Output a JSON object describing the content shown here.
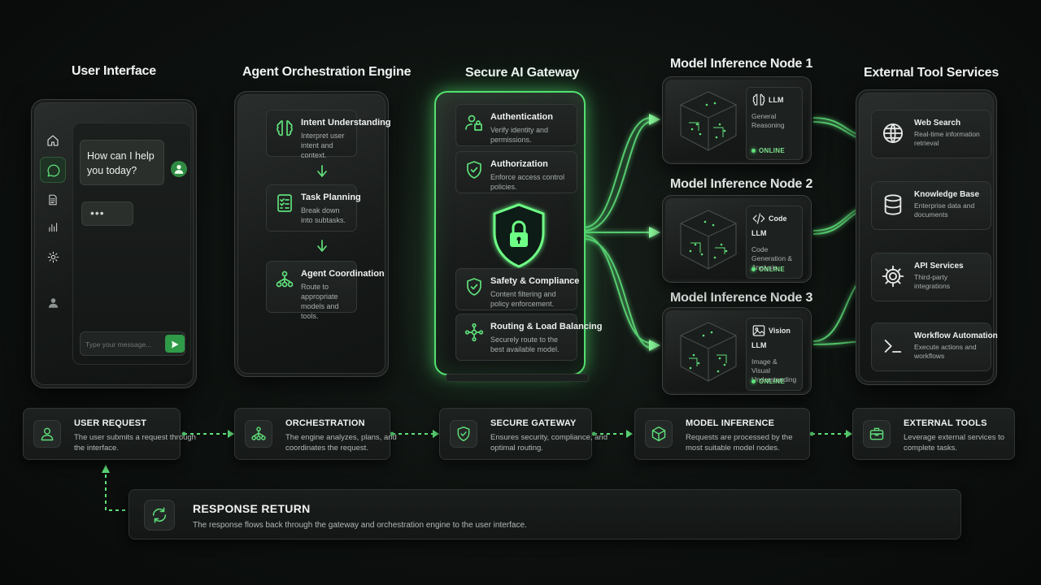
{
  "columns": {
    "user_interface": "User Interface",
    "orchestration": "Agent Orchestration Engine",
    "gateway": "Secure AI Gateway",
    "external": "External Tool Services"
  },
  "chat": {
    "bubble": "How can I help you today?",
    "typing": "•••",
    "input_placeholder": "Type your message..."
  },
  "orchestration_cards": [
    {
      "title": "Intent Understanding",
      "desc": "Interpret user intent and context."
    },
    {
      "title": "Task Planning",
      "desc": "Break down into subtasks."
    },
    {
      "title": "Agent Coordination",
      "desc": "Route to appropriate models and tools."
    }
  ],
  "gateway_cards": [
    {
      "title": "Authentication",
      "desc": "Verify identity and permissions."
    },
    {
      "title": "Authorization",
      "desc": "Enforce access control policies."
    },
    {
      "title": "Safety & Compliance",
      "desc": "Content filtering and policy enforcement."
    },
    {
      "title": "Routing & Load Balancing",
      "desc": "Securely route to the best available model."
    }
  ],
  "nodes": [
    {
      "title": "Model Inference Node 1",
      "model": "LLM",
      "desc": "General Reasoning",
      "status": "ONLINE",
      "icon": "brain-icon"
    },
    {
      "title": "Model Inference Node 2",
      "model": "Code LLM",
      "desc": "Code Generation & Analysis",
      "status": "ONLINE",
      "icon": "code-icon"
    },
    {
      "title": "Model Inference Node 3",
      "model": "Vision LLM",
      "desc": "Image & Visual Understanding",
      "status": "ONLINE",
      "icon": "image-icon"
    }
  ],
  "tools": [
    {
      "title": "Web Search",
      "desc": "Real-time information retrieval",
      "icon": "globe-icon"
    },
    {
      "title": "Knowledge Base",
      "desc": "Enterprise data and documents",
      "icon": "database-icon"
    },
    {
      "title": "API Services",
      "desc": "Third-party integrations",
      "icon": "gear-icon"
    },
    {
      "title": "Workflow Automation",
      "desc": "Execute actions and workflows",
      "icon": "terminal-icon"
    }
  ],
  "steps": [
    {
      "title": "USER REQUEST",
      "desc": "The user submits a request through the interface."
    },
    {
      "title": "ORCHESTRATION",
      "desc": "The engine analyzes, plans, and coordinates the request."
    },
    {
      "title": "SECURE GATEWAY",
      "desc": "Ensures security, compliance, and optimal routing."
    },
    {
      "title": "MODEL INFERENCE",
      "desc": "Requests are processed by the most suitable model nodes."
    },
    {
      "title": "EXTERNAL TOOLS",
      "desc": "Leverage external services to complete tasks."
    }
  ],
  "response": {
    "title": "RESPONSE RETURN",
    "desc": "The response flows back through the gateway and orchestration engine to the user interface."
  },
  "colors": {
    "accent": "#5fe07a",
    "background": "#0b0d0c",
    "panel": "#1b1e1d"
  }
}
